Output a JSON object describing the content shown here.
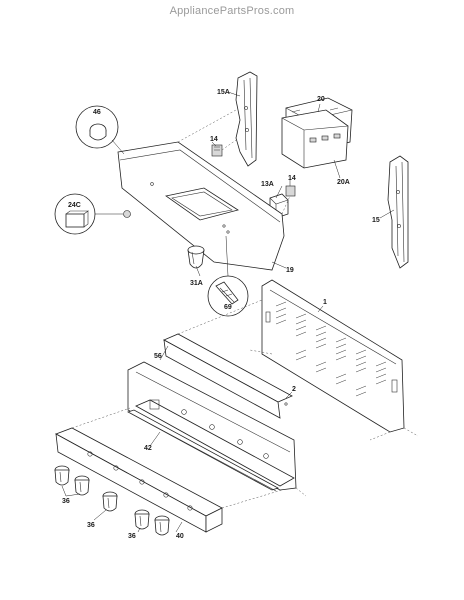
{
  "header": {
    "watermark": "AppliancePartsPros.com"
  },
  "callouts": {
    "p46": "46",
    "p24c": "24C",
    "p69": "69",
    "p15a": "15A",
    "p14a": "14",
    "p14b": "14",
    "p20": "20",
    "p20a": "20A",
    "p13a": "13A",
    "p15": "15",
    "p19": "19",
    "p31a": "31A",
    "p1": "1",
    "p56": "56",
    "p2": "2",
    "p42": "42",
    "p36a": "36",
    "p36b": "36",
    "p36c": "36",
    "p40": "40"
  }
}
